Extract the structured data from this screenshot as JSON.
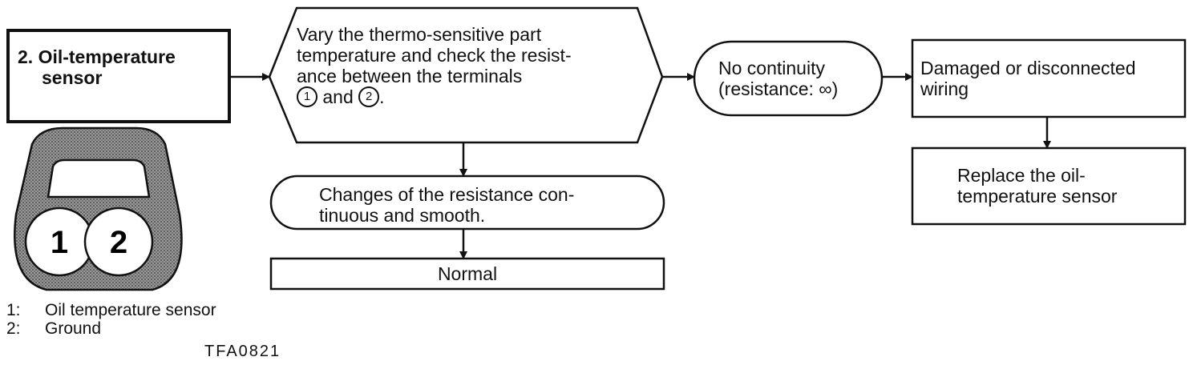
{
  "step_title_line1": "2. Oil-temperature",
  "step_title_line2": "sensor",
  "check": {
    "line1": "Vary the thermo-sensitive part",
    "line2": "temperature and check the resist-",
    "line3": "ance between the terminals",
    "terminal_a": "1",
    "and": "and",
    "terminal_b": "2",
    "period": "."
  },
  "no_continuity": {
    "line1": "No continuity",
    "line2": "(resistance: ∞)"
  },
  "damaged": {
    "line1": "Damaged or disconnected",
    "line2": "wiring"
  },
  "replace": {
    "line1": "Replace the oil-",
    "line2": "temperature sensor"
  },
  "changes": {
    "line1": "Changes of the resistance con-",
    "line2": "tinuous and smooth."
  },
  "normal": "Normal",
  "connector": {
    "pin1": "1",
    "pin2": "2"
  },
  "legend": [
    {
      "num": "1:",
      "label": "Oil temperature sensor"
    },
    {
      "num": "2:",
      "label": "Ground"
    }
  ],
  "figure_code": "TFA0821"
}
